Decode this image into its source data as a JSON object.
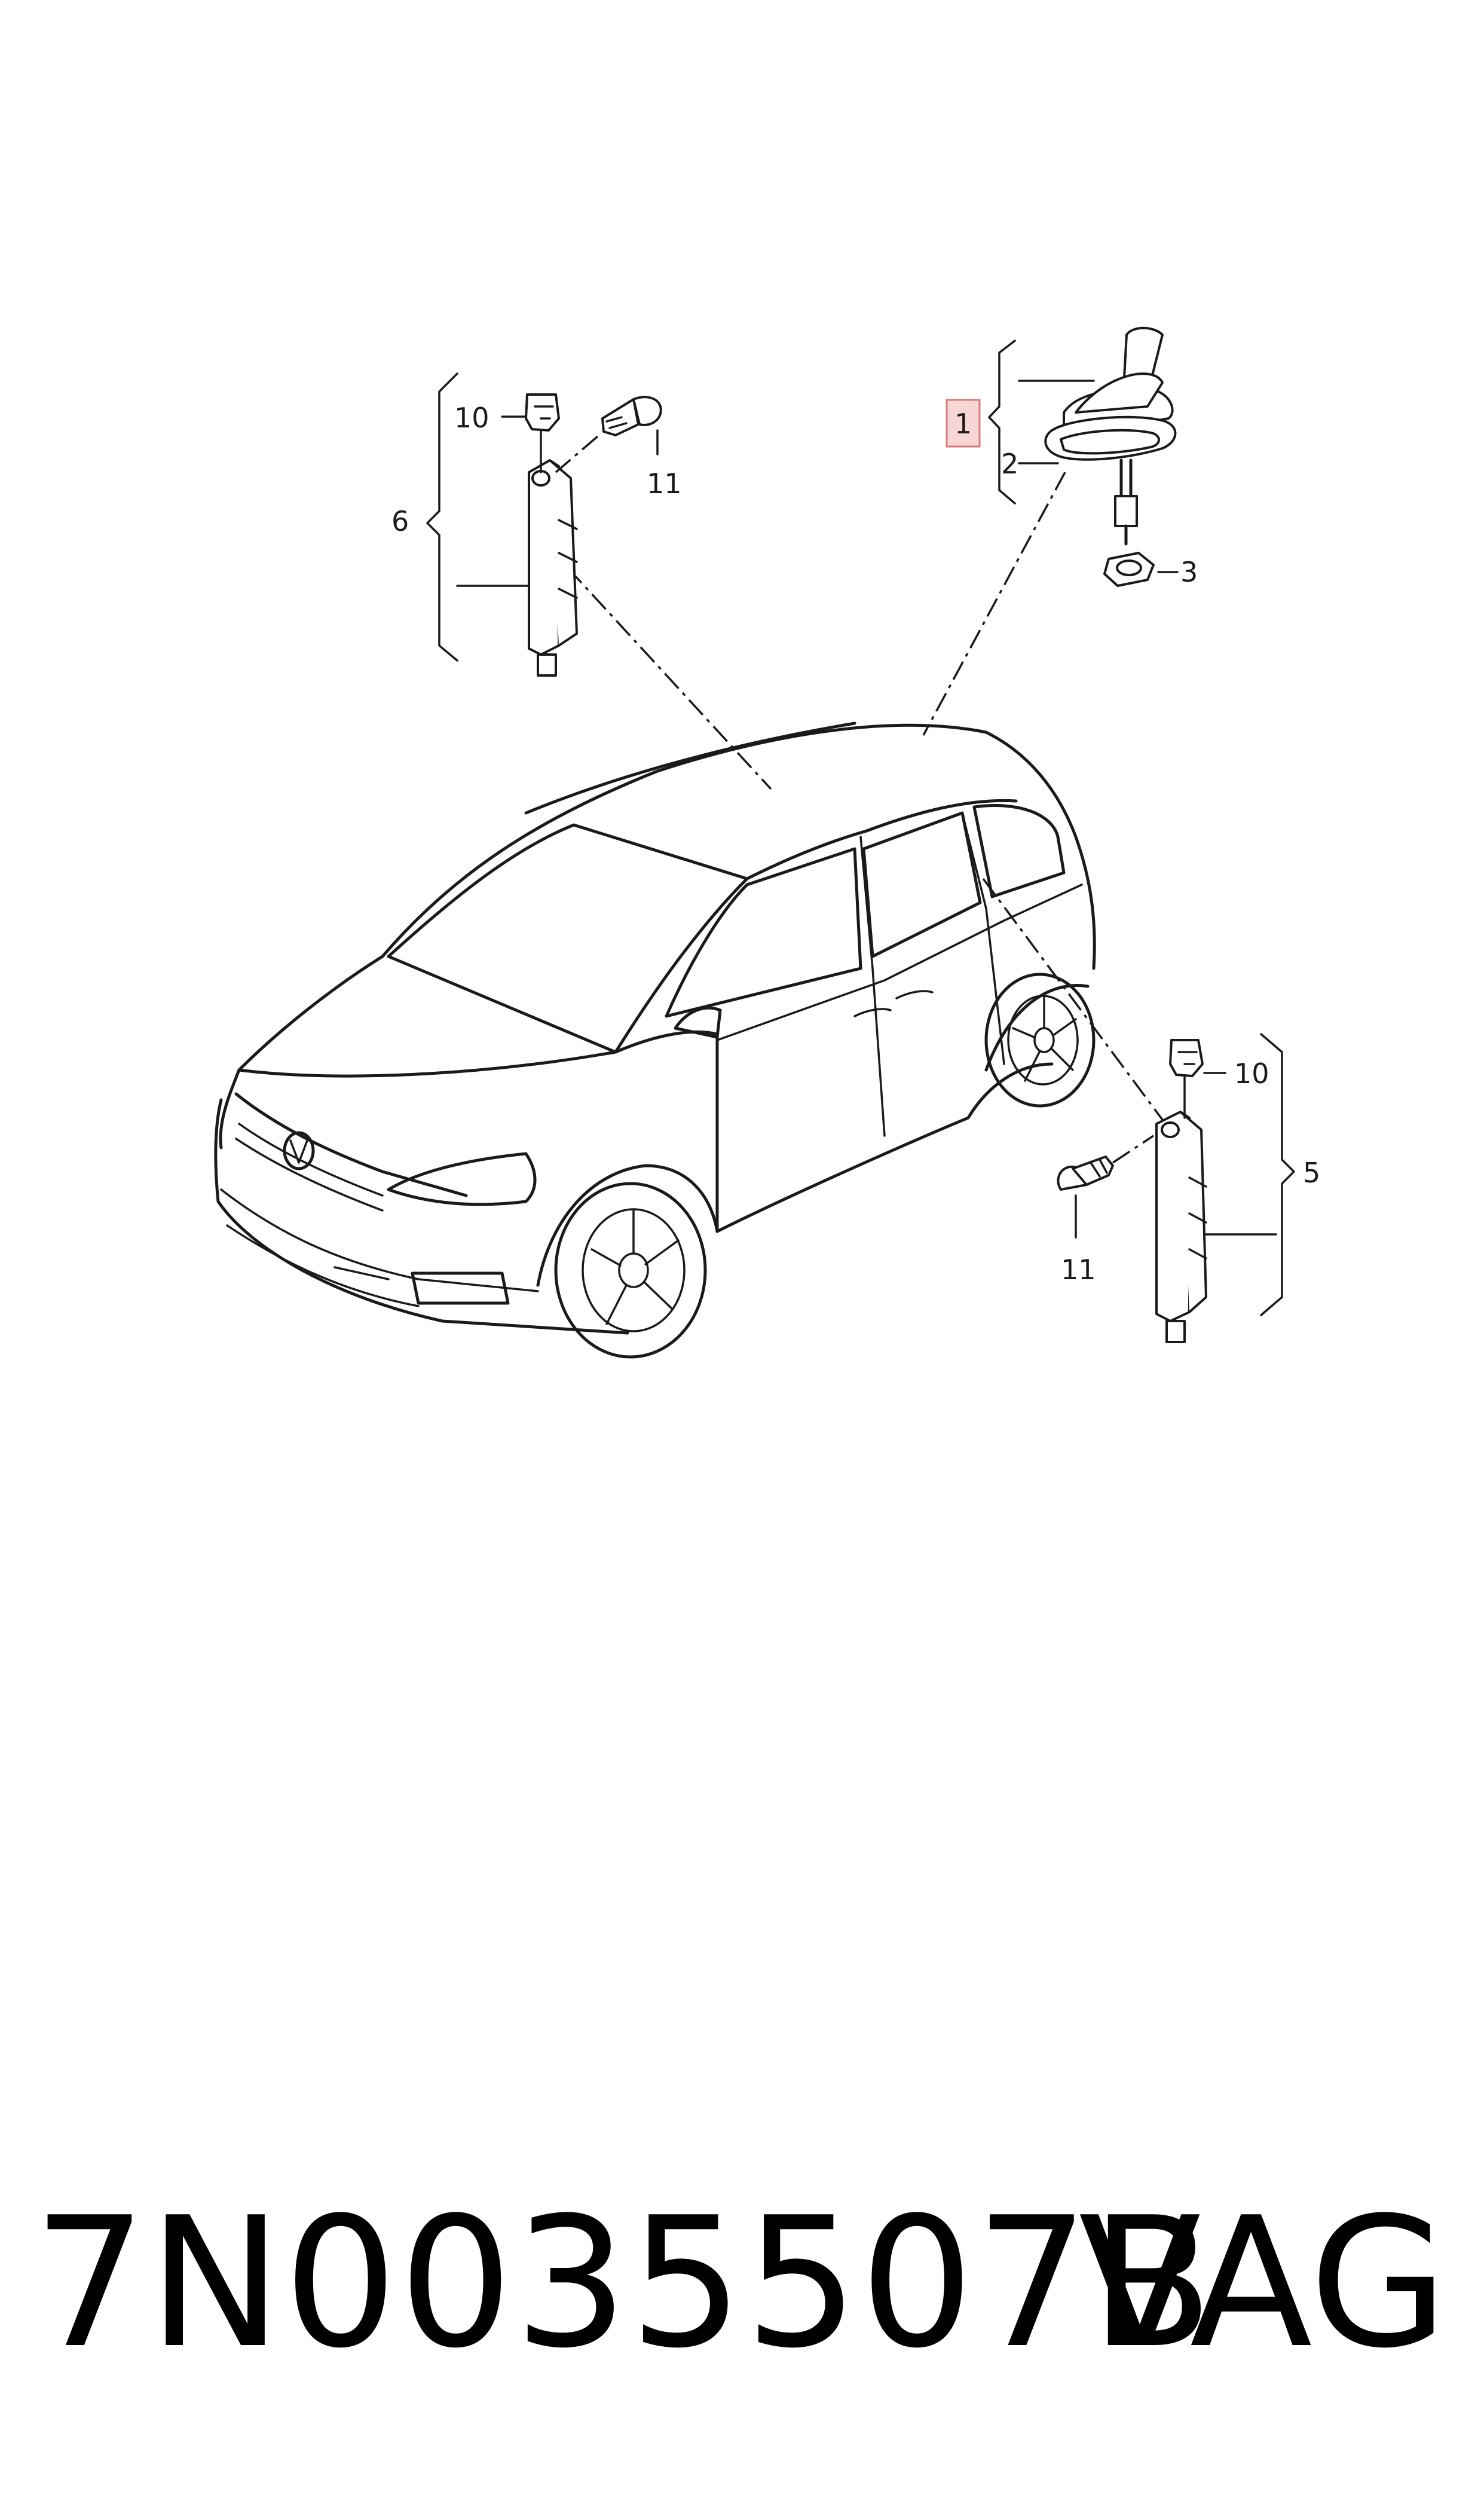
{
  "callouts": {
    "c1": "1",
    "c2": "2",
    "c3": "3",
    "c5": "5",
    "c6": "6",
    "c10_top": "10",
    "c11_top": "11",
    "c10_right": "10",
    "c11_right": "11"
  },
  "footer": {
    "part_number": "7N0035507B",
    "brand": "VAG"
  },
  "colors": {
    "line": "#1a1a1a",
    "highlight_fill": "#f9d6d6",
    "highlight_stroke": "#d87b7b"
  }
}
